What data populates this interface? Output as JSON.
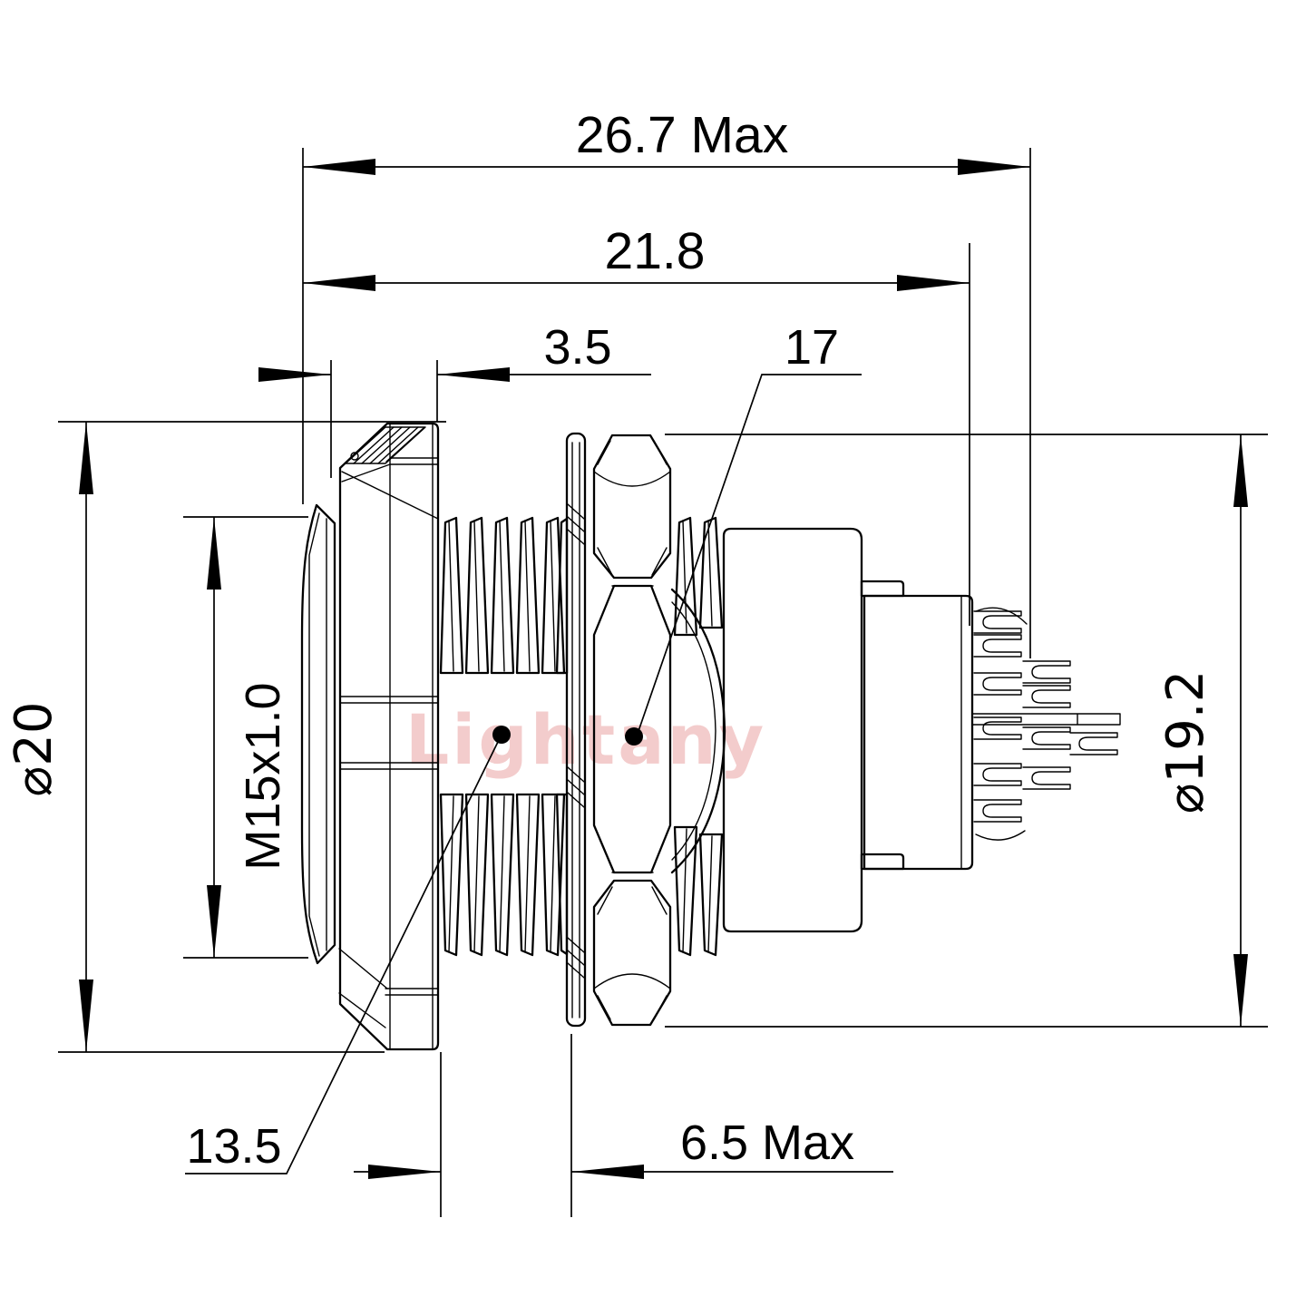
{
  "drawing": {
    "watermark": "Lightany",
    "colors": {
      "background": "#ffffff",
      "line": "#000000",
      "watermark": "#f3cccc"
    },
    "dimensions": {
      "overall_length": "26.7 Max",
      "mounting_length": "21.8",
      "flange_thickness": "3.5",
      "nut_across_flats": "17",
      "front_diameter": "⌀20",
      "thread_spec": "M15x1.0",
      "nut_diameter": "⌀19.2",
      "thread_length": "13.5",
      "panel_thickness_max": "6.5 Max"
    }
  }
}
